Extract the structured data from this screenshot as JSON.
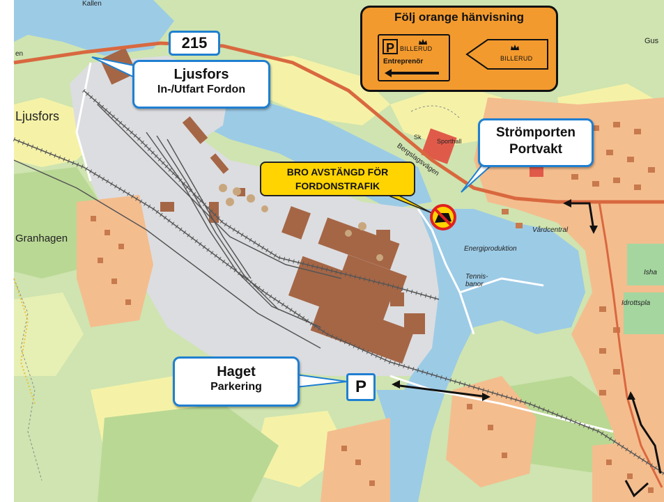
{
  "map": {
    "place_labels": {
      "ljusfors": "Ljusfors",
      "granhagen": "Granhagen",
      "gus": "Gus",
      "en": "en",
      "ljusfors_top": "Kallen",
      "bergslagsvagen": "Bergslagsvägen",
      "sporthall": "Sporthall",
      "vardcentral": "Vårdcentral",
      "energiproduktion": "Energiproduktion",
      "tennisbanor": "Tennis-\nbanor",
      "isha": "Isha",
      "idrottspla": "Idrottspla",
      "sk": "Sk"
    },
    "callouts": {
      "ljusfors_title": "Ljusfors",
      "ljusfors_sub": "In-/Utfart Fordon",
      "stromporten_title": "Strömporten",
      "stromporten_sub": "Portvakt",
      "haget_title": "Haget",
      "haget_sub": "Parkering"
    },
    "road_number": "215",
    "warning_line1": "BRO AVSTÄNGD FÖR",
    "warning_line2": "FORDONSTRAFIK",
    "parking_symbol": "P",
    "legend": {
      "title": "Följ orange hänvisning",
      "sign1_p": "P",
      "sign1_brand": "BILLERUD",
      "sign1_text": "Entreprenör",
      "sign2_brand": "BILLERUD"
    },
    "colors": {
      "water": "#9ccbe6",
      "forest": "#c9e1a6",
      "field": "#f5f2a8",
      "industry": "#dcdde0",
      "building_industry": "#a56646",
      "residential": "#f4bd8e",
      "road_main": "#d9683f",
      "callout_border": "#1f7fd1",
      "legend_bg": "#f39a2e",
      "warning_bg": "#ffd400"
    }
  }
}
